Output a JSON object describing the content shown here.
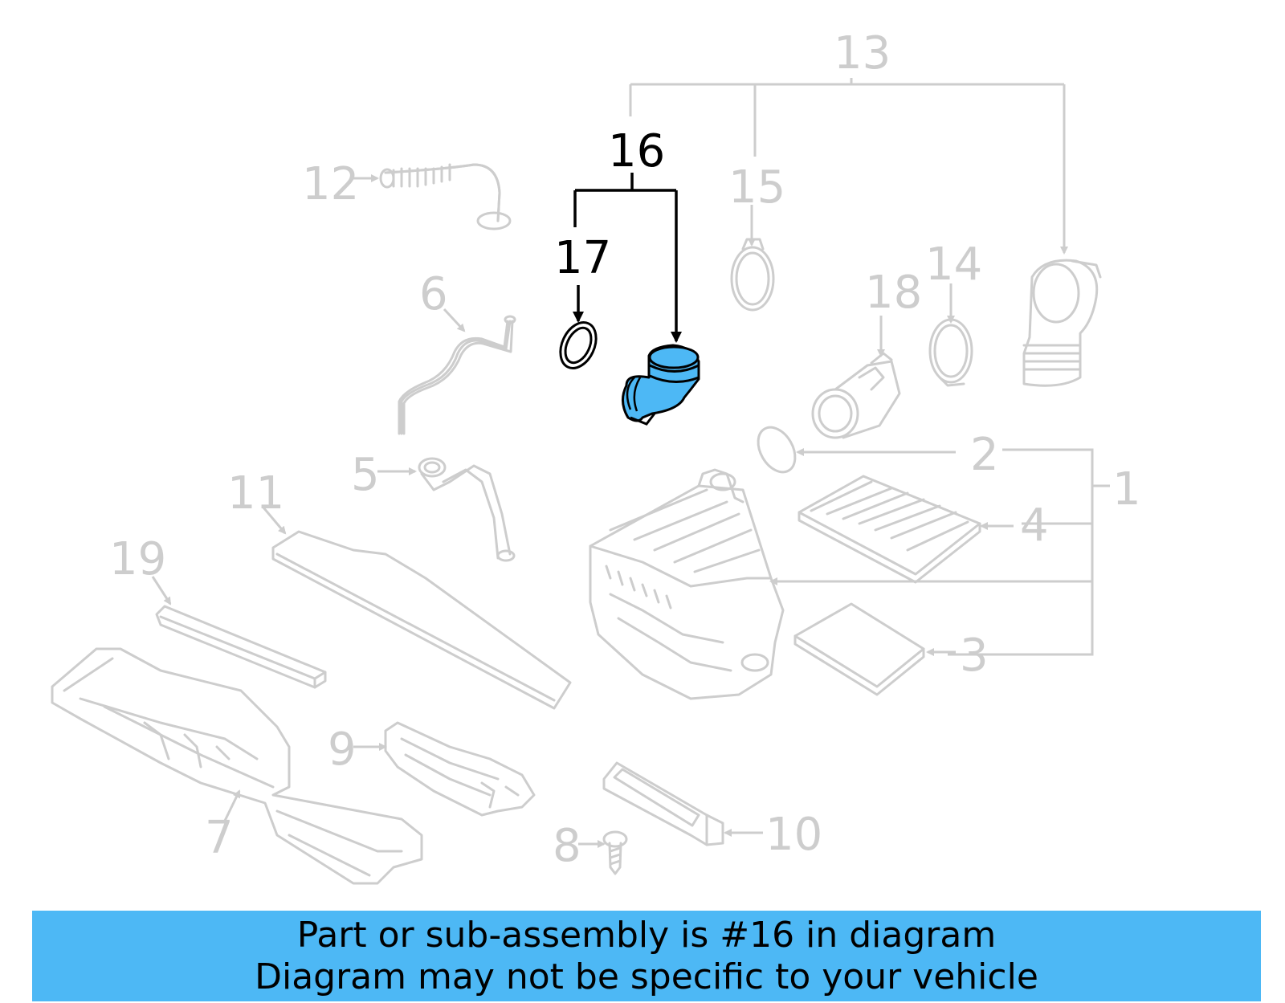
{
  "callouts": {
    "c1": "1",
    "c2": "2",
    "c3": "3",
    "c4": "4",
    "c5": "5",
    "c6": "6",
    "c7": "7",
    "c8": "8",
    "c9": "9",
    "c10": "10",
    "c11": "11",
    "c12": "12",
    "c13": "13",
    "c14": "14",
    "c15": "15",
    "c16": "16",
    "c17": "17",
    "c18": "18",
    "c19": "19"
  },
  "highlight": {
    "part": "16",
    "color": "#4db8f5"
  },
  "colors": {
    "inactive": "#cdcdcd",
    "active": "#000000",
    "banner": "#4db8f5"
  },
  "banner": {
    "line1": "Part or sub-assembly is #16 in diagram",
    "line2": "Diagram may not be specific to your vehicle"
  }
}
